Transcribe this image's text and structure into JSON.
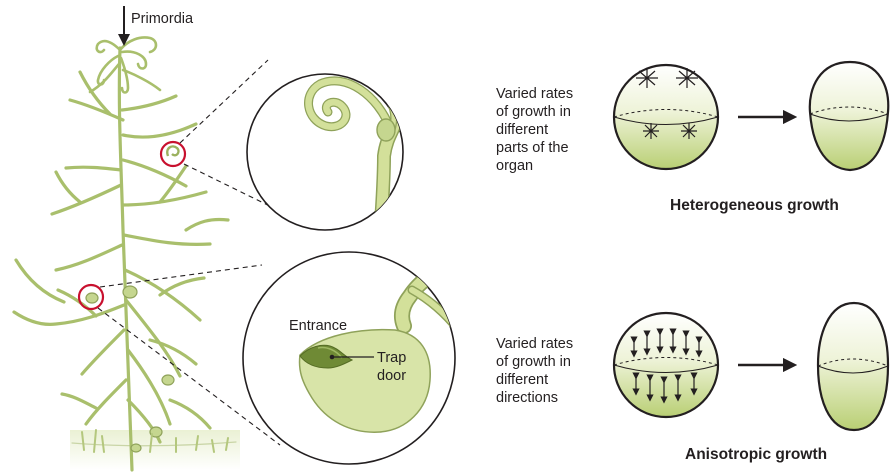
{
  "labels": {
    "primordia": "Primordia",
    "entrance": "Entrance",
    "trap_door_1": "Trap",
    "trap_door_2": "door"
  },
  "heterogeneous": {
    "desc_lines": [
      "Varied rates",
      "of growth in",
      "different",
      "parts of the",
      "organ"
    ],
    "title": "Heterogeneous growth"
  },
  "anisotropic": {
    "desc_lines": [
      "Varied rates",
      "of growth in",
      "different",
      "directions"
    ],
    "title": "Anisotropic growth"
  },
  "colors": {
    "plant": "#c5d68f",
    "plant_outline": "#8fa25a",
    "trap_fill": "#d8e4a8",
    "gradient_top": "#ffffff",
    "gradient_bottom": "#b9cf74",
    "highlight_circle": "#c8102e",
    "text": "#231f20"
  },
  "icons": [
    "down-arrow-icon",
    "right-arrow-icon",
    "star-burst-icon",
    "double-arrow-icon"
  ]
}
